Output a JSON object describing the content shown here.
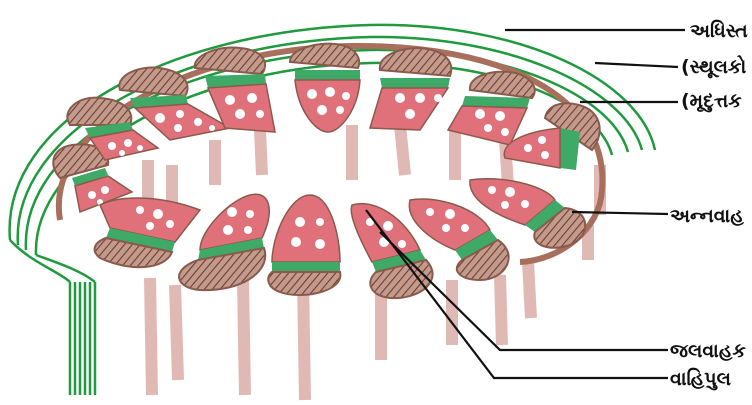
{
  "labels": [
    "અધિસ્ત",
    "(સ્થૂલકો",
    "(મૃદુત્તક",
    "અન્નવાહ",
    "જલવાહક",
    "વાહિપુલ"
  ],
  "colors": {
    "outer_green": "#1f9a3e",
    "sclerenchyma": "#a8705c",
    "bundle_pink": "#e0717a",
    "phloem_green": "#3fa968",
    "xylem_dark": "#6e4a43",
    "ground_lines": "#e1b9b4",
    "vessel_white": "#ffffff",
    "leader_line": "#111111"
  }
}
